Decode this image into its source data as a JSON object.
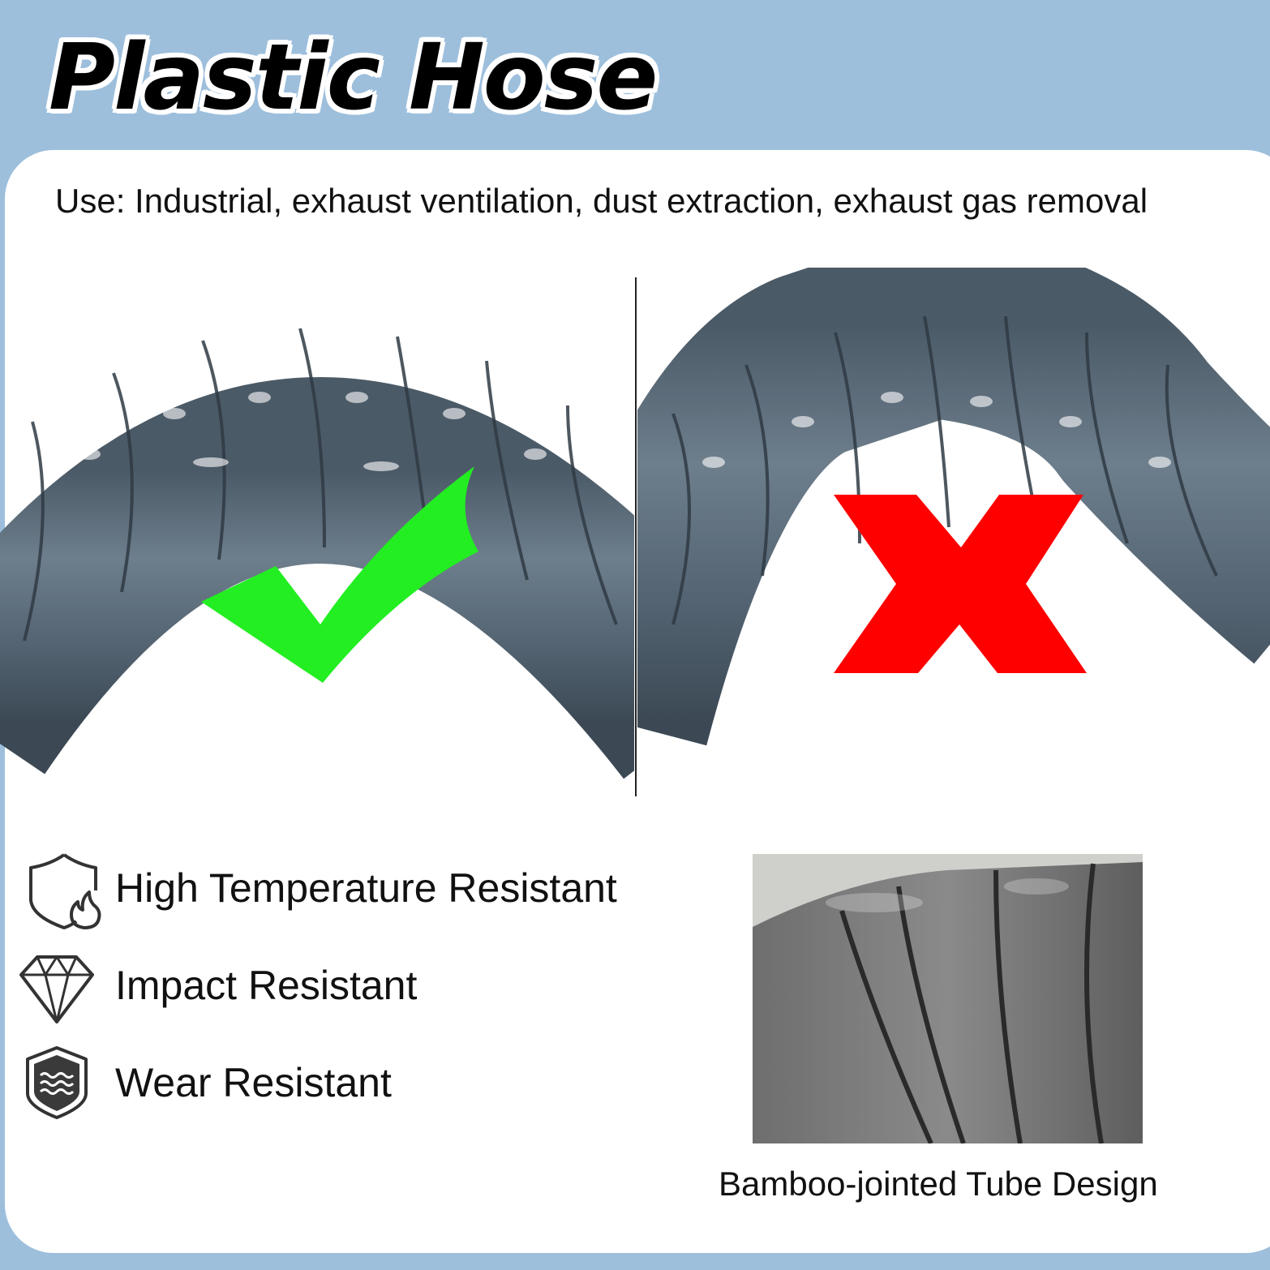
{
  "header": {
    "title": "Plastic Hose"
  },
  "usage": {
    "text": "Use: Industrial, exhaust ventilation, dust extraction, exhaust gas removal"
  },
  "comparison": {
    "left": {
      "mark_icon": "check-mark-icon",
      "mark_color": "#22ee22"
    },
    "right": {
      "mark_icon": "x-mark-icon",
      "mark_color": "#ff0000"
    },
    "hose_color": "#5b6b79"
  },
  "features": [
    {
      "icon": "shield-flame-icon",
      "label": "High Temperature Resistant"
    },
    {
      "icon": "diamond-icon",
      "label": "Impact Resistant"
    },
    {
      "icon": "shield-waves-icon",
      "label": "Wear Resistant"
    }
  ],
  "detail": {
    "caption": "Bamboo-jointed Tube Design"
  },
  "colors": {
    "background": "#9dbfdc",
    "card": "#ffffff"
  }
}
